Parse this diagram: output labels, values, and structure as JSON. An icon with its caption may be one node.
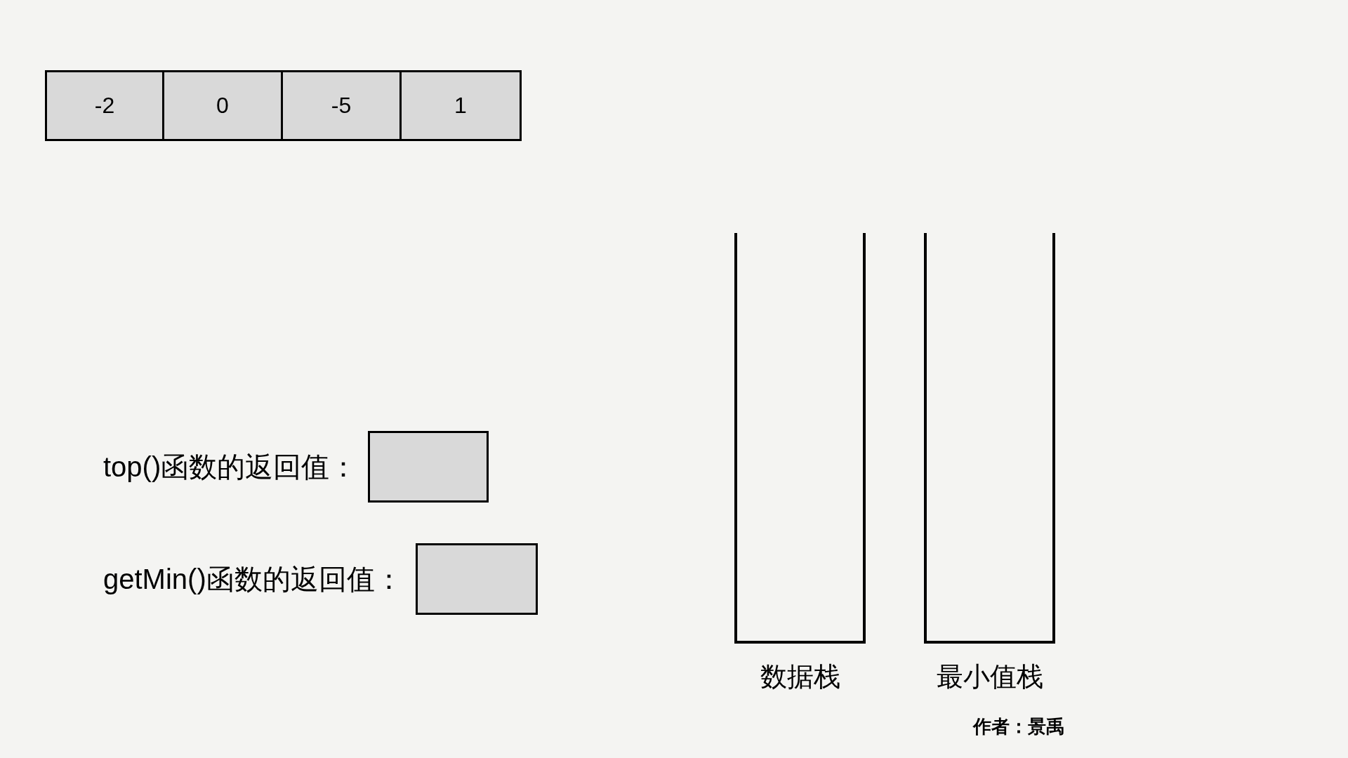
{
  "diagram": {
    "nodes": [
      {
        "text": [
          "-2"
        ]
      },
      {
        "text": [
          "0"
        ]
      },
      {
        "text": [
          "-5"
        ]
      },
      {
        "text": [
          "1"
        ]
      },
      {
        "text": [],
        "shape": "box",
        "beside": [
          "top()函数的返回值："
        ]
      },
      {
        "text": [],
        "shape": "box",
        "beside": [
          "getMin()函数的返回值："
        ]
      },
      {
        "text": [
          "数据栈"
        ]
      },
      {
        "text": [
          "最小值栈"
        ]
      }
    ],
    "labels": [
      "作者：景禹"
    ]
  }
}
